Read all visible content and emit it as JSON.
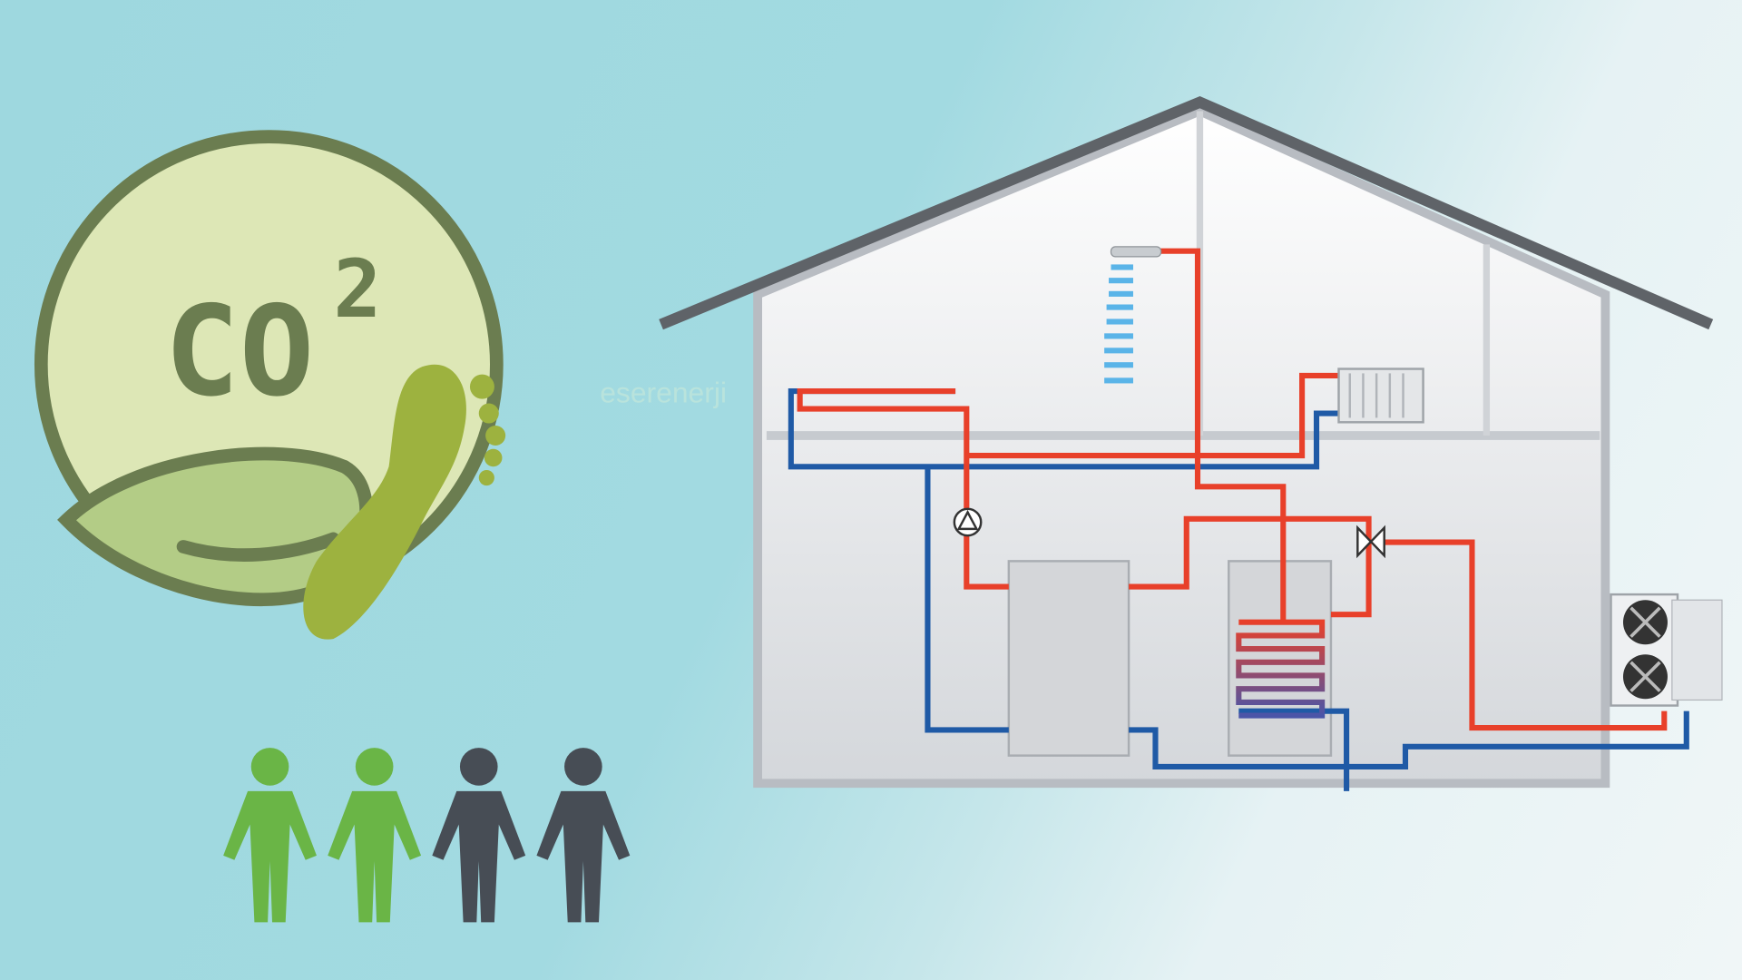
{
  "co2_badge": {
    "main_text": "CO",
    "superscript": "2"
  },
  "watermark": "eserenerji",
  "people": [
    {
      "color": "#6ab546"
    },
    {
      "color": "#6ab546"
    },
    {
      "color": "#474d55"
    },
    {
      "color": "#474d55"
    }
  ],
  "colors": {
    "hot_pipe": "#e8402a",
    "cold_pipe": "#1f5aa6",
    "badge_fill": "#dde7b6",
    "badge_stroke": "#6b7d50",
    "footprint": "#9db23f"
  }
}
